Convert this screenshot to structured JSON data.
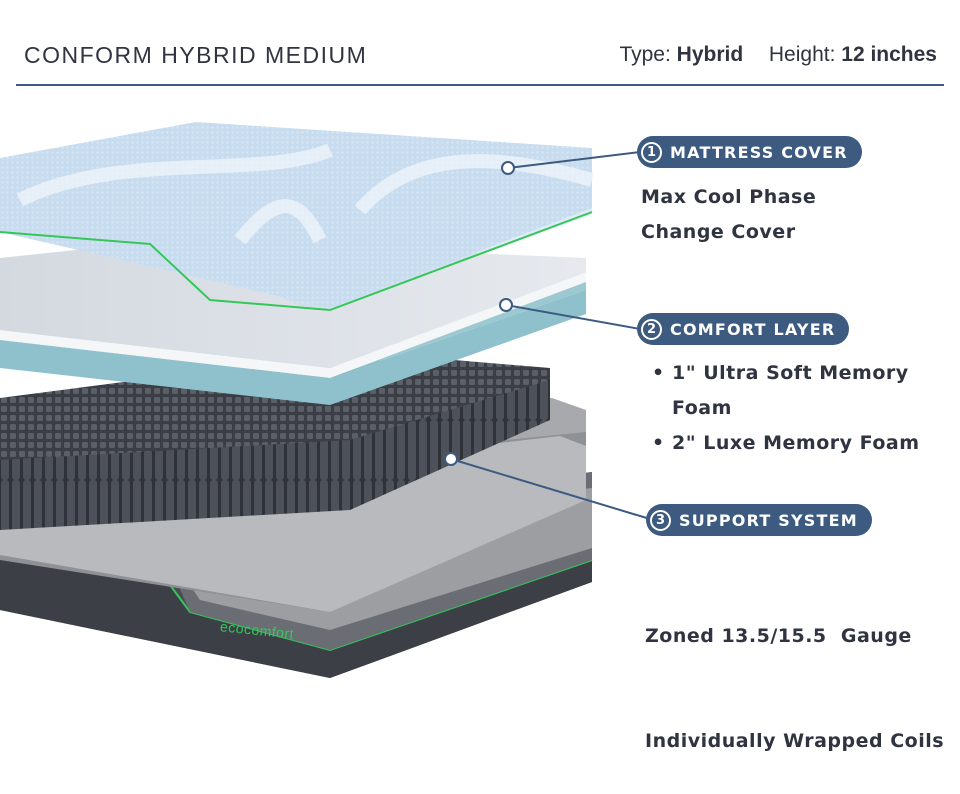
{
  "header": {
    "title": "CONFORM HYBRID MEDIUM",
    "type_label": "Type:",
    "type_value": "Hybrid",
    "height_label": "Height:",
    "height_value": "12 inches"
  },
  "layers": [
    {
      "number": "1",
      "name": "MATTRESS COVER",
      "description": [
        "Max Cool Phase",
        "Change Cover"
      ]
    },
    {
      "number": "2",
      "name": "COMFORT LAYER",
      "bullets": [
        "1\" Ultra Soft Memory Foam",
        "2\" Luxe Memory Foam"
      ]
    },
    {
      "number": "3",
      "name": "SUPPORT SYSTEM",
      "description": [
        "Zoned 13.5/15.5  Gauge",
        "Individually Wrapped Coils"
      ]
    }
  ],
  "brand_logo": "ecocomfort",
  "colors": {
    "accent": "#3d5a80",
    "text": "#2f3440",
    "edge_green": "#34c759"
  }
}
